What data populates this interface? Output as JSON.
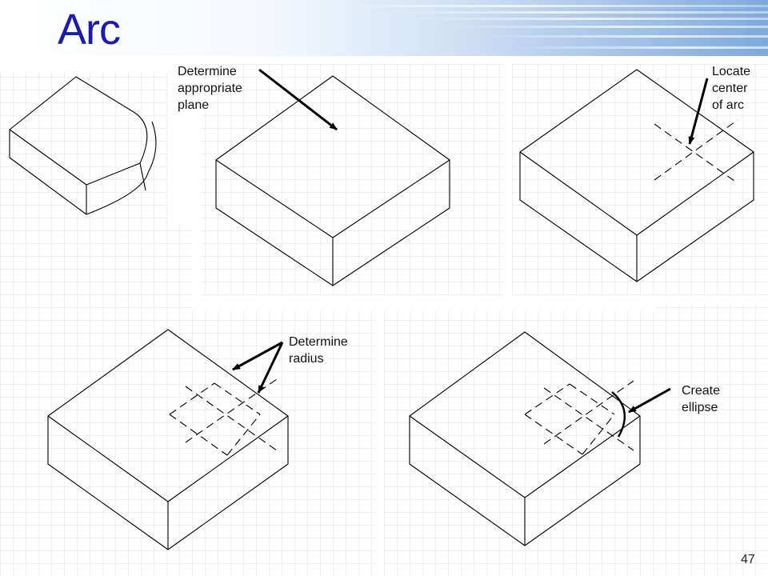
{
  "slide": {
    "title": "Arc",
    "page_number": "47"
  },
  "callouts": {
    "determine_plane": "Determine\nappropriate\nplane",
    "locate_center": "Locate\ncenter\nof arc",
    "determine_radius": "Determine\nradius",
    "create_ellipse": "Create\nellipse"
  },
  "colors": {
    "title": "#1c1ca6",
    "header_gradient_end": "#7fa9dc",
    "grid_line": "#cfe0f2",
    "drawing_line": "#000000"
  }
}
